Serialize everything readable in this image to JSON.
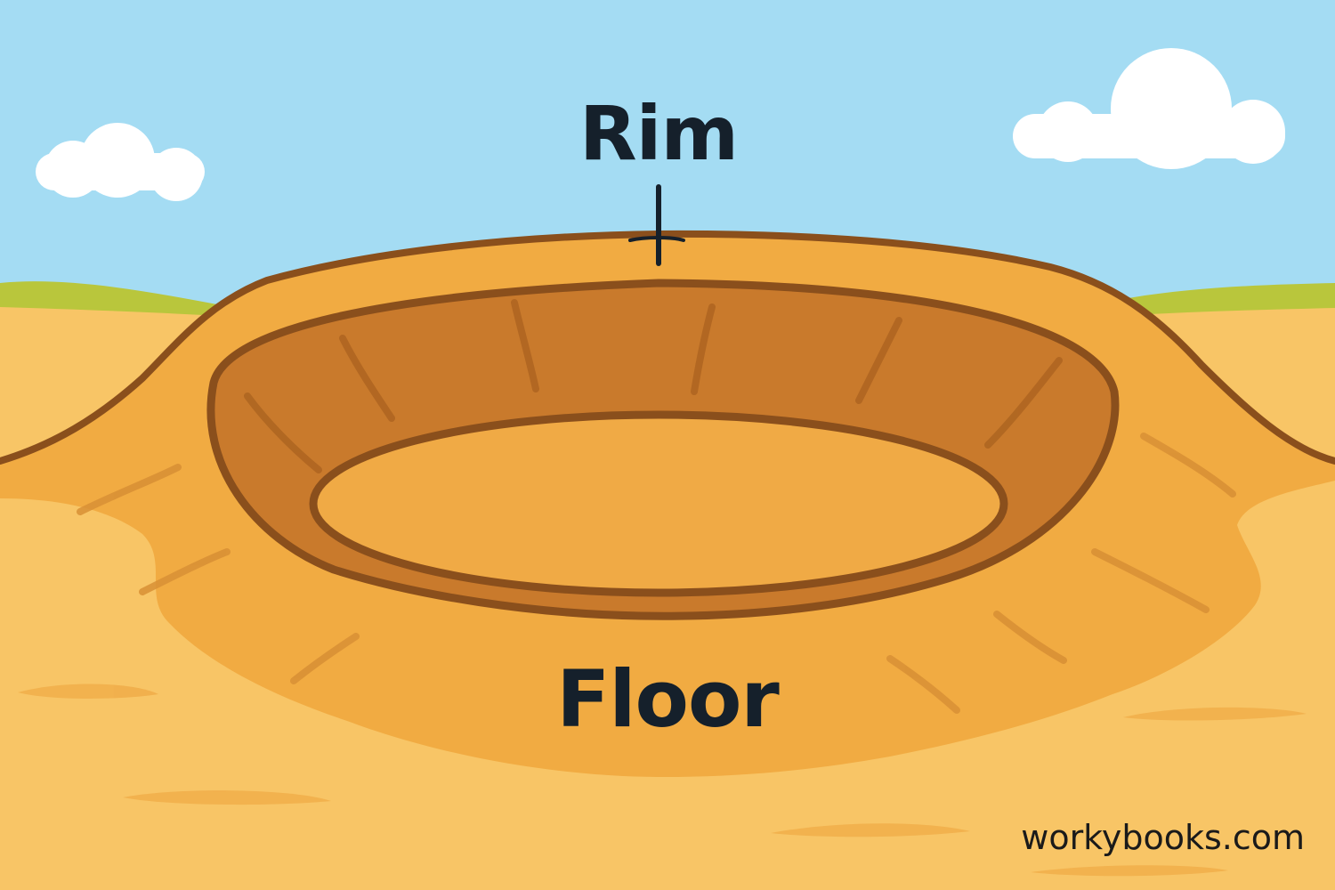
{
  "labels": {
    "rim": "Rim",
    "floor": "Floor"
  },
  "watermark": "workybooks.com",
  "colors": {
    "sky": "#a4dcf3",
    "cloud": "#ffffff",
    "hills": "#b9c63c",
    "ground": "#f8c566",
    "crater_slope": "#f1ab42",
    "crater_wall": "#c97a2c",
    "crater_floor": "#f0aa45",
    "outline": "#8a4f1c",
    "label_text": "#15202b"
  }
}
